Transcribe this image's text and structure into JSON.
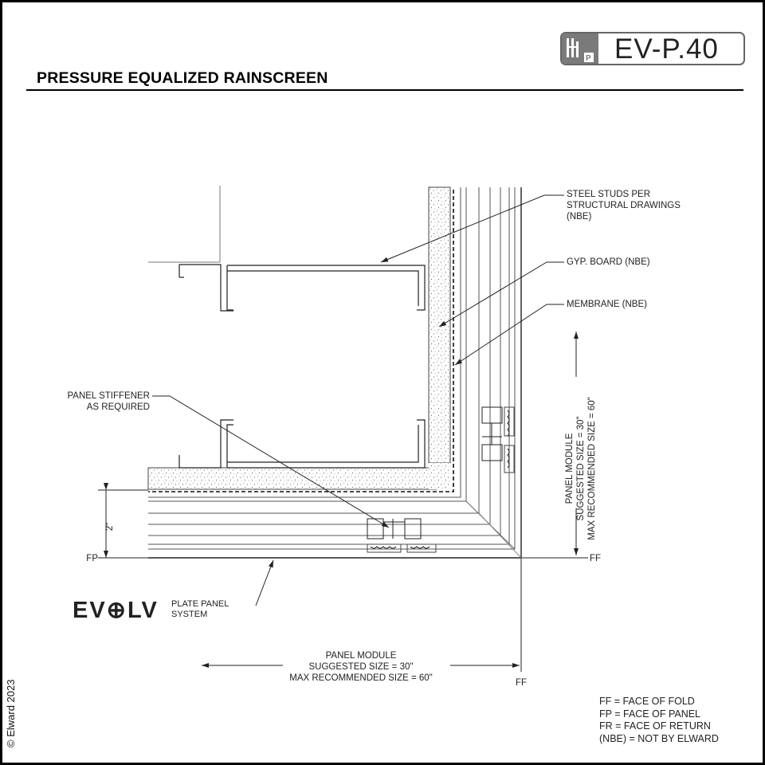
{
  "sheet": {
    "title": "PRESSURE EQUALIZED RAINSCREEN",
    "code": "EV-P.40",
    "copyright": "© Elward 2023"
  },
  "labels": {
    "steel_studs": [
      "STEEL STUDS PER",
      "STRUCTURAL DRAWINGS",
      "(NBE)"
    ],
    "gyp_board": "GYP. BOARD (NBE)",
    "membrane": "MEMBRANE (NBE)",
    "panel_stiffener": [
      "PANEL STIFFENER",
      "AS REQUIRED"
    ],
    "panel_module_vertical": [
      "PANEL MODULE",
      "SUGGESTED SIZE = 30\"",
      "MAX RECOMMENDED SIZE = 60\""
    ],
    "panel_module_horizontal": [
      "PANEL MODULE",
      "SUGGESTED SIZE = 30\"",
      "MAX RECOMMENDED SIZE = 60\""
    ],
    "dimension_2in": "2\"",
    "fp": "FP",
    "ff_right": "FF",
    "ff_bottom": "FF"
  },
  "brand": {
    "logo_text": "EV⊕LV",
    "system_line1": "PLATE PANEL",
    "system_line2": "SYSTEM"
  },
  "legend": [
    "FF = FACE OF FOLD",
    "FP = FACE OF PANEL",
    "FR = FACE OF RETURN",
    "(NBE) = NOT BY ELWARD"
  ]
}
